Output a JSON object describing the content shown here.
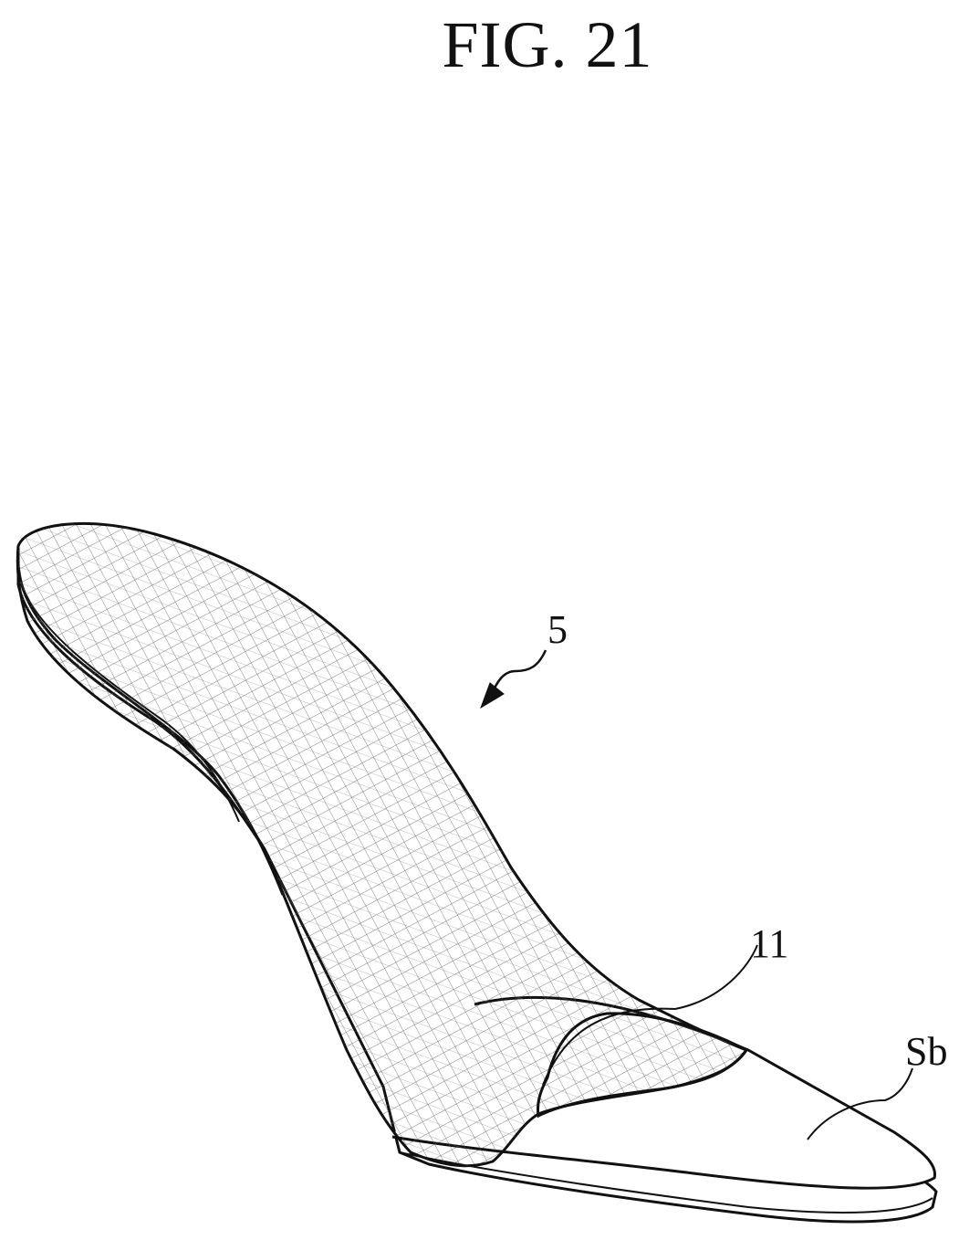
{
  "figure": {
    "title": "FIG. 21"
  },
  "labels": {
    "insole": "5",
    "cushion_region": "11",
    "sole_base": "Sb"
  }
}
